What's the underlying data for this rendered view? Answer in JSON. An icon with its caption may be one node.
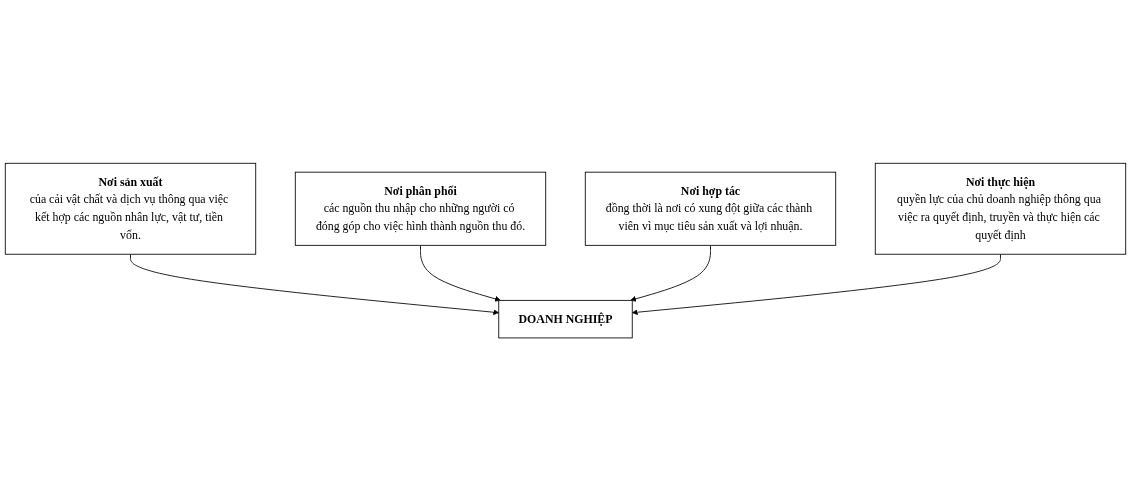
{
  "diagram": {
    "nodes": [
      {
        "text": [
          "Nơi sản xuất",
          "của cải vật chất và dịch vụ thông qua việc kết hợp các nguồn nhân lực, vật tư, tiền vốn."
        ]
      },
      {
        "text": [
          "Nơi phân phối",
          "các nguồn thu nhập cho những người có đóng góp cho việc hình thành nguồn thu đó."
        ]
      },
      {
        "text": [
          "DOANH NGHIỆP"
        ]
      },
      {
        "text": [
          "Nơi hợp tác",
          "đồng thời là nơi có xung đột giữa các thành viên vì mục tiêu sản xuất và lợi nhuận."
        ]
      },
      {
        "text": [
          "Nơi thực hiện",
          "quyền lực của chủ doanh nghiệp thông qua việc ra quyết định, truyền và thực hiện các quyết định"
        ]
      }
    ],
    "edges": [
      {
        "from": 0,
        "to": 2,
        "arrow": "to"
      },
      {
        "from": 1,
        "to": 2,
        "arrow": "to"
      },
      {
        "from": 3,
        "to": 2,
        "arrow": "to"
      },
      {
        "from": 4,
        "to": 2,
        "arrow": "to"
      }
    ]
  }
}
